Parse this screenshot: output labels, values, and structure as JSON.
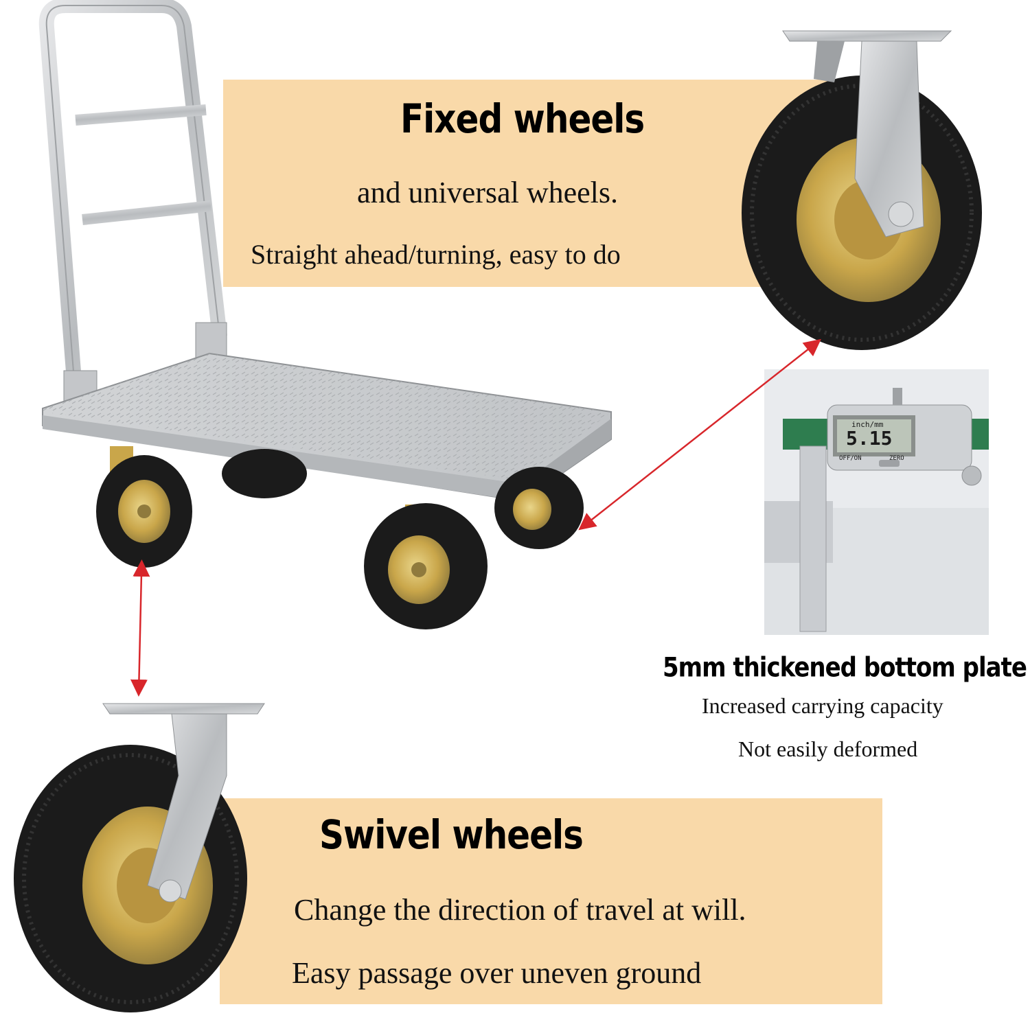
{
  "top_panel": {
    "title": "Fixed wheels",
    "line1": "and universal wheels.",
    "line2": "Straight ahead/turning, easy to do"
  },
  "plate_section": {
    "title": "5mm thickened bottom plate",
    "line1": "Increased carrying capacity",
    "line2": "Not easily deformed",
    "caliper": {
      "unit": "inch/mm",
      "reading": "5.15",
      "left_button": "OFF/ON",
      "right_button": "ZERO"
    }
  },
  "bottom_panel": {
    "title": "Swivel wheels",
    "line1": "Change the direction of travel at will.",
    "line2": "Easy passage over uneven ground"
  },
  "colors": {
    "panel_bg": "#f9d9a9",
    "arrow": "#d8262b",
    "metal": "#c8cacc",
    "tire": "#1b1b1b",
    "hub": "#c9a64a"
  }
}
